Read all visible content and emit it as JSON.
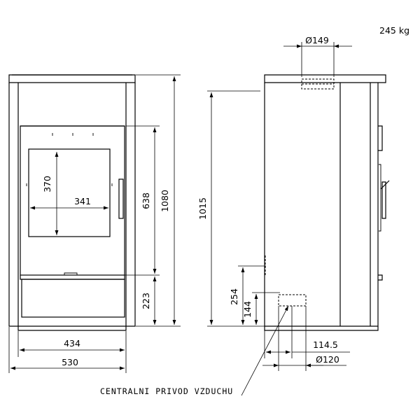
{
  "weight": "245 kg",
  "front": {
    "width_total": "530",
    "width_inner": "434",
    "height_total": "1080",
    "height_door": "638",
    "height_base": "223",
    "glass_height": "370",
    "glass_width": "341"
  },
  "side": {
    "height": "1015",
    "flue_diameter": "Ø149",
    "air_inlet_height": "254",
    "air_center_height": "144",
    "air_offset": "114.5",
    "air_diameter": "Ø120"
  },
  "callout": "CENTRALNI PRIVOD VZDUCHU"
}
